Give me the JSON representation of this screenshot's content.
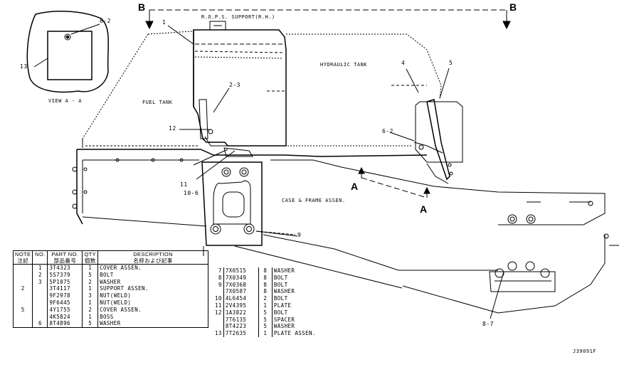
{
  "view_markers": {
    "b_left": "B",
    "b_right": "B",
    "a_upper": "A",
    "a_lower": "A"
  },
  "labels": {
    "rops": "R.O.P.S. SUPPORT(R.H.)",
    "hydraulic_tank": "HYDRAULIC TANK",
    "fuel_tank": "FUEL TANK",
    "case_frame": "CASE & FRAME ASSEN.",
    "view_aa": "VIEW A - A",
    "drawing_no": "J39091F"
  },
  "callouts": {
    "c1": "1",
    "c2_3": "2-3",
    "c12": "12",
    "c11": "11",
    "c10_6": "10-6",
    "c9": "9",
    "c4": "4",
    "c5": "5",
    "c6_2": "6-2",
    "c8_7": "8-7",
    "c13": "13",
    "c6_2_inset": "6-2"
  },
  "parts_table": {
    "headers": {
      "note": "NOTE",
      "note_jp": "注記",
      "no": "NO.",
      "part_no": "PART NO.",
      "part_no_jp": "部品番号",
      "qty": "QTY",
      "qty_jp": "個数",
      "description": "DESCRIPTION",
      "description_jp": "名称および記事"
    },
    "left_rows": [
      {
        "note": "",
        "no": "1",
        "part": "3T4323",
        "qty": "1",
        "desc": "COVER ASSEN."
      },
      {
        "note": "",
        "no": "2",
        "part": "5S7379",
        "qty": "5",
        "desc": "BOLT"
      },
      {
        "note": "",
        "no": "3",
        "part": "5P1075",
        "qty": "2",
        "desc": "WASHER"
      },
      {
        "note": "2",
        "no": "",
        "part": "3T4117",
        "qty": "1",
        "desc": "SUPPORT ASSEN."
      },
      {
        "note": "",
        "no": "",
        "part": "9F2978",
        "qty": "3",
        "desc": "  NUT(WELD)"
      },
      {
        "note": "",
        "no": "",
        "part": "9F6445",
        "qty": "1",
        "desc": "  NUT(WELD)"
      },
      {
        "note": "5",
        "no": "",
        "part": "4Y1755",
        "qty": "2",
        "desc": "COVER ASSEN."
      },
      {
        "note": "",
        "no": "",
        "part": "4K5824",
        "qty": "1",
        "desc": "  BOSS"
      },
      {
        "note": "",
        "no": "6",
        "part": "8T4896",
        "qty": "5",
        "desc": "WASHER"
      }
    ],
    "right_rows": [
      {
        "no": "7",
        "part": "7X0515",
        "qty": "8",
        "desc": "WASHER"
      },
      {
        "no": "8",
        "part": "7X0349",
        "qty": "8",
        "desc": "BOLT"
      },
      {
        "no": "9",
        "part": "7X0368",
        "qty": "8",
        "desc": "BOLT"
      },
      {
        "no": "",
        "part": "7X0587",
        "qty": "8",
        "desc": "WASHER"
      },
      {
        "no": "10",
        "part": "4L6454",
        "qty": "2",
        "desc": "BOLT"
      },
      {
        "no": "11",
        "part": "2V4395",
        "qty": "1",
        "desc": "PLATE"
      },
      {
        "no": "12",
        "part": "1A3822",
        "qty": "5",
        "desc": "BOLT"
      },
      {
        "no": "",
        "part": "7T6135",
        "qty": "5",
        "desc": "SPACER"
      },
      {
        "no": "",
        "part": "8T4223",
        "qty": "5",
        "desc": "WASHER"
      },
      {
        "no": "13",
        "part": "7T2635",
        "qty": "1",
        "desc": "PLATE ASSEN."
      }
    ]
  }
}
